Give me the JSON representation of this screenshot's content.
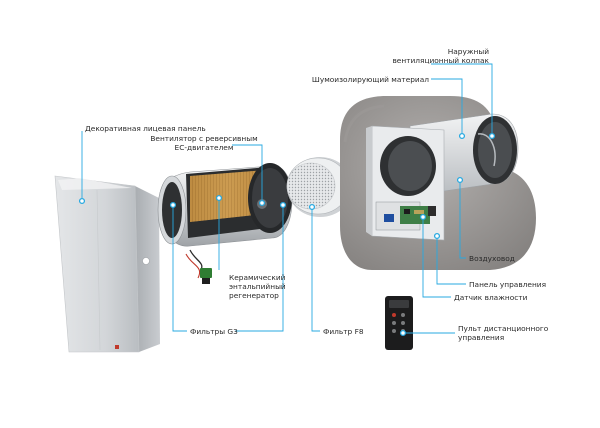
{
  "diagram": {
    "accent_color": "#27a9e1",
    "labels": {
      "decorative_panel": "Декоративная лицевая панель",
      "fan_line1": "Вентилятор с реверсивным",
      "fan_line2": "ЕС-двигателем",
      "ceramic_line1": "Керамический",
      "ceramic_line2": "энтальпийный",
      "ceramic_line3": "регенератор",
      "filters_g3": "Фильтры G3",
      "filter_f8": "Фильтр F8",
      "hood_line1": "Наружный",
      "hood_line2": "вентиляционный колпак",
      "insulation": "Шумоизолирующий материал",
      "duct": "Воздуховод",
      "control_panel": "Панель управления",
      "humidity_sensor": "Датчик влажности",
      "remote_line1": "Пульт дистанционного",
      "remote_line2": "управления"
    }
  }
}
